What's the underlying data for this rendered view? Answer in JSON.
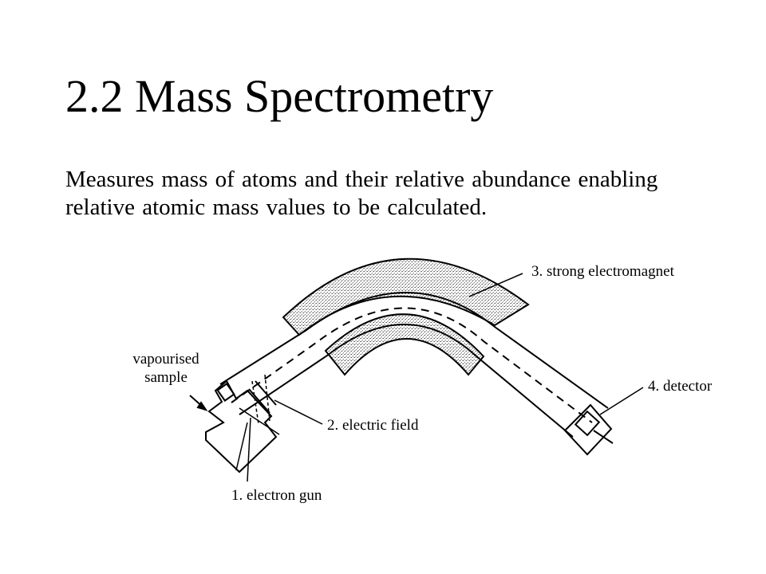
{
  "slide": {
    "title": "2.2 Mass Spectrometry",
    "body": "Measures mass of atoms and their relative abundance enabling relative atomic mass values to be calculated."
  },
  "diagram": {
    "labels": {
      "sample": "vapourised sample",
      "electromagnet": "3. strong electromagnet",
      "detector": "4. detector",
      "electric_field": "2. electric field",
      "electron_gun": "1. electron gun"
    }
  }
}
